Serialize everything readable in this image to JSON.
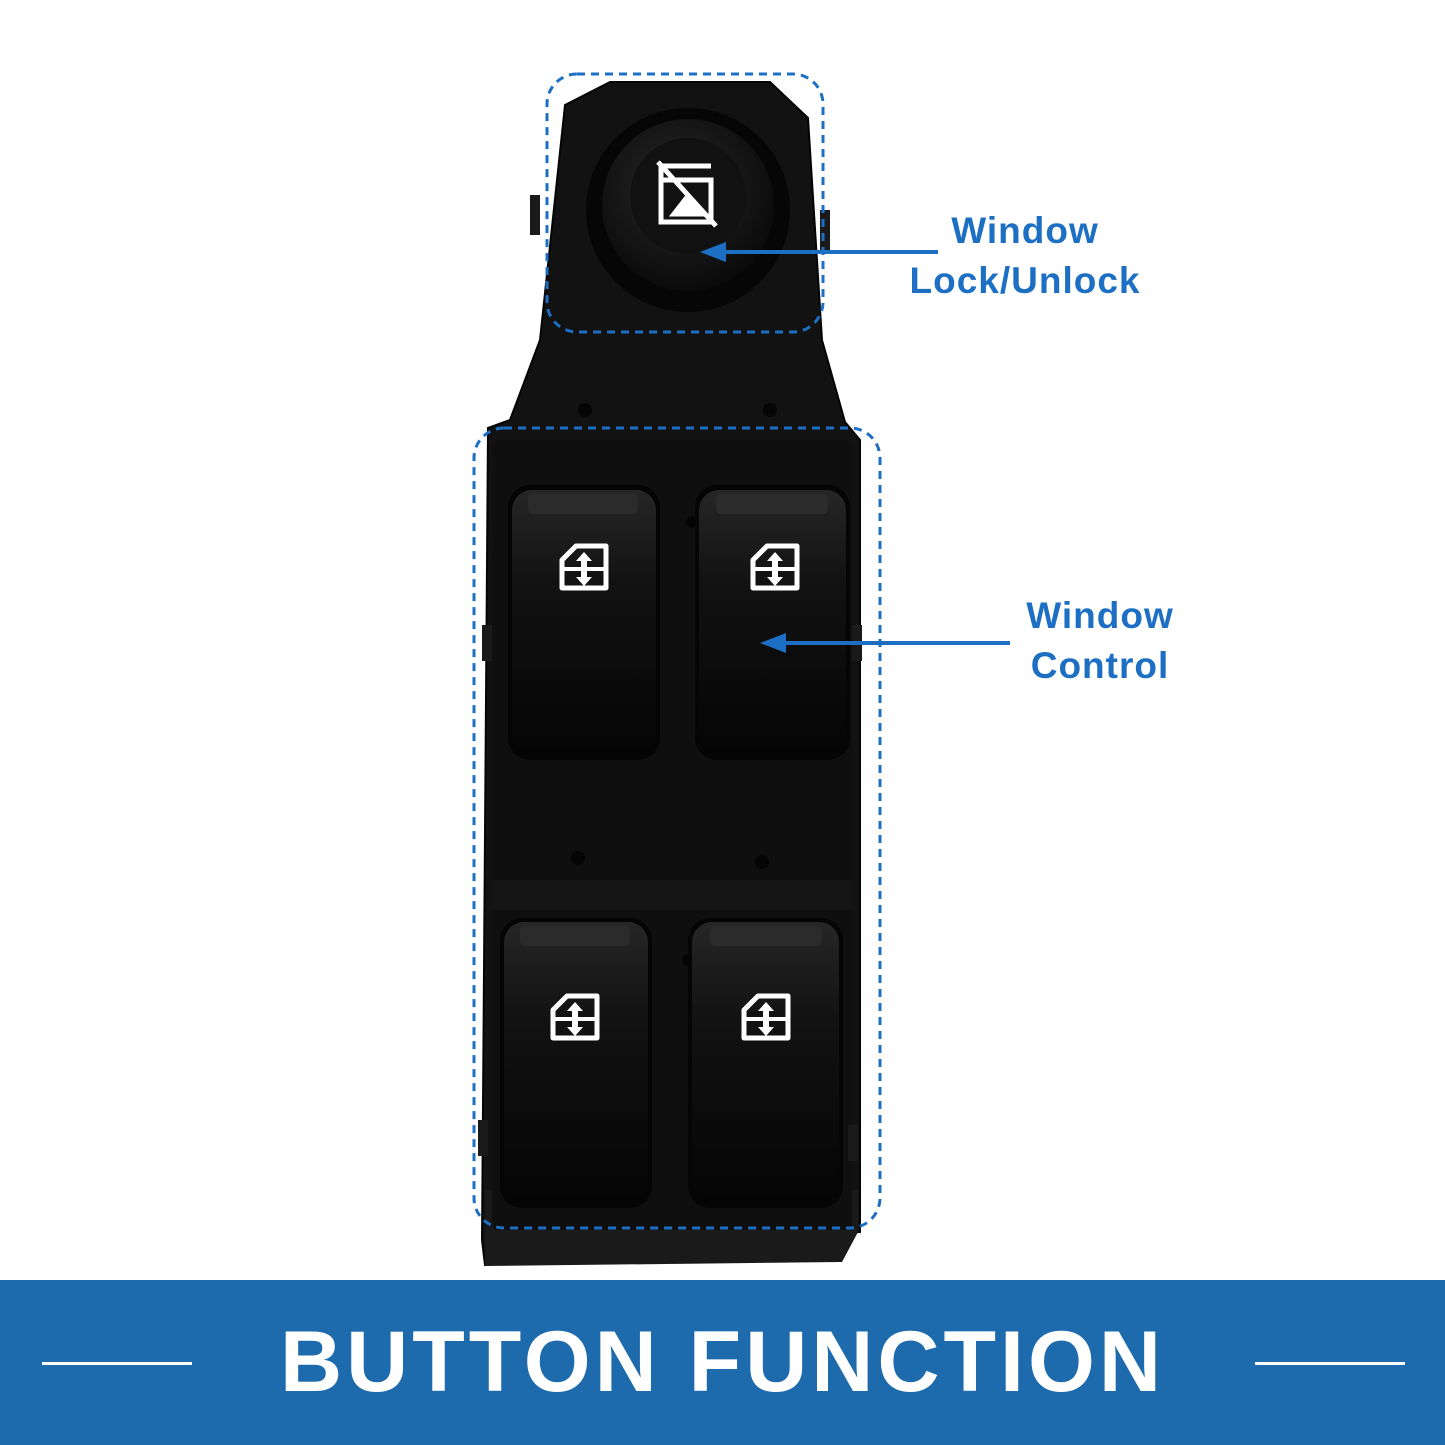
{
  "callouts": {
    "lock": {
      "line1": "Window",
      "line2": "Lock/Unlock"
    },
    "control": {
      "line1": "Window",
      "line2": "Control"
    }
  },
  "banner": {
    "title": "BUTTON FUNCTION"
  },
  "colors": {
    "accent": "#1d6fc4",
    "banner": "#1d6aad",
    "switch_body": "#111111",
    "button": "#0b0b0b",
    "icon": "#ffffff"
  },
  "icons": [
    "window-lock-icon",
    "window-updown-icon"
  ]
}
